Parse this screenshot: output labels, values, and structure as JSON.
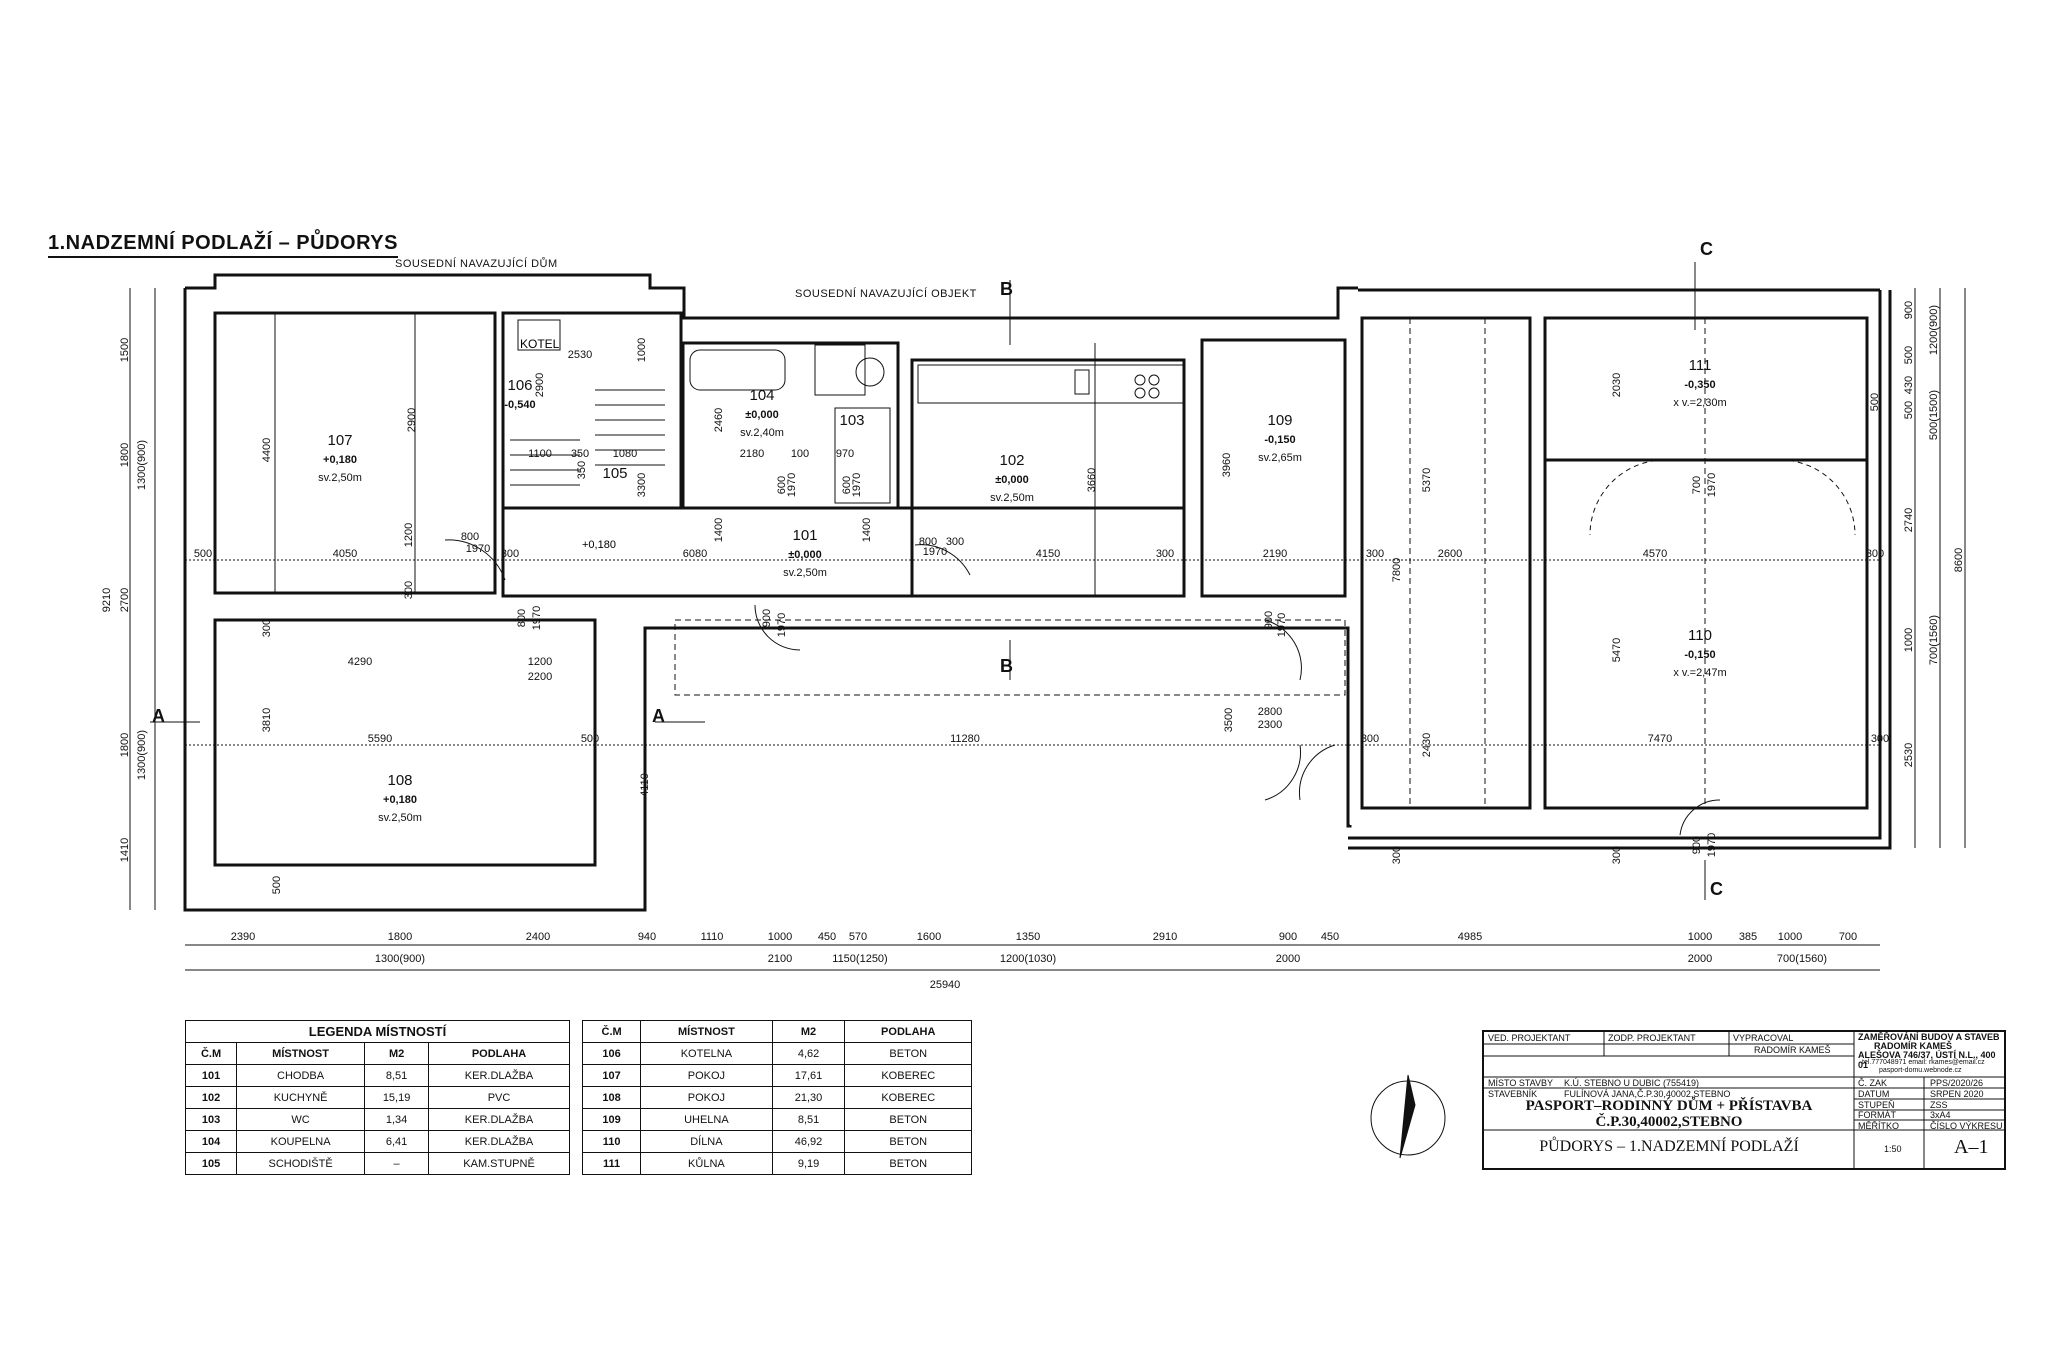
{
  "drawing": {
    "title": "1.NADZEMNÍ PODLAŽÍ – PŮDORYS",
    "note_neighbour_house": "SOUSEDNÍ NAVAZUJÍCÍ DŮM",
    "note_neighbour_object": "SOUSEDNÍ NAVAZUJÍCÍ OBJEKT",
    "section_labels": [
      "A",
      "A",
      "B",
      "B",
      "C",
      "C"
    ],
    "kotel_label": "KOTEL"
  },
  "rooms": [
    {
      "id": "101",
      "level": "±0,000",
      "height": "sv.2,50m"
    },
    {
      "id": "102",
      "level": "±0,000",
      "height": "sv.2,50m"
    },
    {
      "id": "103",
      "level": "",
      "height": ""
    },
    {
      "id": "104",
      "level": "±0,000",
      "height": "sv.2,40m"
    },
    {
      "id": "105",
      "level": "",
      "height": ""
    },
    {
      "id": "106",
      "level": "-0,540",
      "height": ""
    },
    {
      "id": "107",
      "level": "+0,180",
      "height": "sv.2,50m"
    },
    {
      "id": "108",
      "level": "+0,180",
      "height": "sv.2,50m"
    },
    {
      "id": "109",
      "level": "-0,150",
      "height": "sv.2,65m"
    },
    {
      "id": "110",
      "level": "-0,150",
      "height": "x v.=2,47m"
    },
    {
      "id": "111",
      "level": "-0,350",
      "height": "x v.=2,30m"
    }
  ],
  "corridor_level": "+0,180",
  "dims": {
    "bottom_row1": [
      "2390",
      "1800",
      "2400",
      "940",
      "1110",
      "1000",
      "450",
      "570",
      "1600",
      "1350",
      "2910",
      "900",
      "450",
      "4985",
      "1000",
      "385",
      "1000",
      "700"
    ],
    "bottom_row2": [
      "1300(900)",
      "2100",
      "1150(1250)",
      "1200(1030)",
      "2000",
      "2000",
      "700(1560)"
    ],
    "bottom_total": "25940",
    "left_row1": [
      "1500",
      "1800",
      "1300(900)",
      "2700",
      "1800",
      "1300(900)",
      "1410"
    ],
    "left_total": "9210",
    "right_row1": [
      "900",
      "500",
      "430",
      "500",
      "2740",
      "1000",
      "2530"
    ],
    "right_row2": [
      "1200(900)",
      "500(1500)",
      "700(1560)"
    ],
    "right_total": "8600",
    "interior": [
      "4400",
      "2900",
      "4050",
      "1200",
      "300",
      "300",
      "4290",
      "1200",
      "2200",
      "3810",
      "5590",
      "500",
      "500",
      "500",
      "2530",
      "1000",
      "2900",
      "350",
      "1080",
      "1100",
      "350",
      "3300",
      "2460",
      "2180",
      "100",
      "970",
      "600",
      "600",
      "1970",
      "1970",
      "6080",
      "1400",
      "1400",
      "300",
      "300",
      "800",
      "1970",
      "800",
      "1970",
      "900",
      "1970",
      "900",
      "1970",
      "800",
      "1970",
      "3660",
      "4150",
      "300",
      "3960",
      "2190",
      "300",
      "3500",
      "2800",
      "2300",
      "11280",
      "4110",
      "7800",
      "2600",
      "5370",
      "2430",
      "300",
      "4570",
      "300",
      "5470",
      "7470",
      "300",
      "2030",
      "300",
      "300",
      "900",
      "1970",
      "700",
      "1970",
      "500"
    ]
  },
  "legend_left": {
    "title": "LEGENDA MÍSTNOSTÍ",
    "headers": [
      "Č.M",
      "MÍSTNOST",
      "M2",
      "PODLAHA"
    ],
    "rows": [
      [
        "101",
        "CHODBA",
        "8,51",
        "KER.DLAŽBA"
      ],
      [
        "102",
        "KUCHYNĚ",
        "15,19",
        "PVC"
      ],
      [
        "103",
        "WC",
        "1,34",
        "KER.DLAŽBA"
      ],
      [
        "104",
        "KOUPELNA",
        "6,41",
        "KER.DLAŽBA"
      ],
      [
        "105",
        "SCHODIŠTĚ",
        "–",
        "KAM.STUPNĚ"
      ]
    ]
  },
  "legend_right": {
    "headers": [
      "Č.M",
      "MÍSTNOST",
      "M2",
      "PODLAHA"
    ],
    "rows": [
      [
        "106",
        "KOTELNA",
        "4,62",
        "BETON"
      ],
      [
        "107",
        "POKOJ",
        "17,61",
        "KOBEREC"
      ],
      [
        "108",
        "POKOJ",
        "21,30",
        "KOBEREC"
      ],
      [
        "109",
        "UHELNA",
        "8,51",
        "BETON"
      ],
      [
        "110",
        "DÍLNA",
        "46,92",
        "BETON"
      ],
      [
        "111",
        "KŮLNA",
        "9,19",
        "BETON"
      ]
    ]
  },
  "title_block": {
    "ved_projektant": "VED. PROJEKTANT",
    "zodp_projektant": "ZODP. PROJEKTANT",
    "vypracoval": "VYPRACOVAL",
    "vypracoval_name": "RADOMÍR KAMEŠ",
    "company_line1": "ZAMĚŘOVÁNÍ BUDOV A STAVEB",
    "company_line2": "RADOMÍR KAMEŠ",
    "company_line3": "ALEŠOVA 746/37, ÚSTÍ N.L., 400 01",
    "company_line4": "tel.777048971 email: rkames@email.cz",
    "company_line5": "pasport-domu.webnode.cz",
    "misto_stavby": "MÍSTO STAVBY",
    "misto_stavby_value": "K.Ú. STEBNO U DUBIC (755419)",
    "stavebnik": "STAVEBNÍK",
    "stavebnik_value": "FULÍNOVÁ JANA,Č.P.30,40002,STEBNO",
    "project_line1": "PASPORT–RODINNÝ DŮM + PŘÍSTAVBA",
    "project_line2": "Č.P.30,40002,STEBNO",
    "drawing_name": "PŮDORYS – 1.NADZEMNÍ PODLAŽÍ",
    "c_zak": "Č. ZAK",
    "c_zak_value": "PPS/2020/26",
    "datum": "DATUM",
    "datum_value": "SRPEN 2020",
    "stupen": "STUPEŇ",
    "stupen_value": "ZSS",
    "format": "FORMÁT",
    "format_value": "3xA4",
    "meritko": "MĚŘÍTKO",
    "meritko_value": "1:50",
    "cislo_vykresu": "ČÍSLO VÝKRESU",
    "cislo_vykresu_value": "A–1"
  }
}
